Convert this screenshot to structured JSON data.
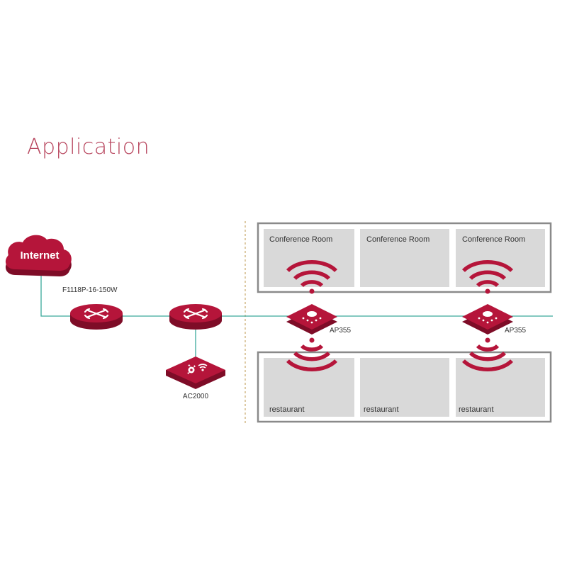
{
  "title": "Application",
  "colors": {
    "title": "#b8475f",
    "device_red": "#b5153a",
    "device_dark": "#7e0c27",
    "device_light": "#d0304f",
    "link": "#3aa99b",
    "room_fill": "#d9d9d9",
    "zone_border": "#8a8a8a",
    "divider": "#c7a86a",
    "text": "#333333"
  },
  "devices": {
    "internet": {
      "label": "Internet",
      "icon": "cloud-icon"
    },
    "poe_switch": {
      "label": "F1118P-16-150W",
      "icon": "switch-icon"
    },
    "core_switch": {
      "icon": "switch-icon"
    },
    "controller": {
      "label": "AC2000",
      "icon": "gear-wifi-icon"
    },
    "ap_left": {
      "label": "AP355",
      "icon": "access-point-icon"
    },
    "ap_right": {
      "label": "AP355",
      "icon": "access-point-icon"
    }
  },
  "top_rooms": [
    "Conference Room",
    "Conference Room",
    "Conference Room"
  ],
  "bottom_rooms": [
    "restaurant",
    "restaurant",
    "restaurant"
  ]
}
